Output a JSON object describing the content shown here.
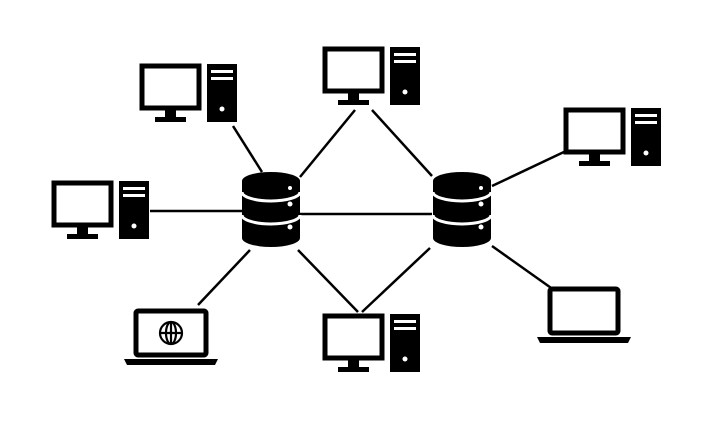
{
  "diagram": {
    "type": "network-topology",
    "background": "#ffffff",
    "ink": "#000000",
    "servers": [
      {
        "id": "server-left",
        "icon": "database-server-icon"
      },
      {
        "id": "server-right",
        "icon": "database-server-icon"
      }
    ],
    "devices": [
      {
        "id": "desktop-top-left",
        "icon": "desktop-computer-icon",
        "connects_to": "server-left"
      },
      {
        "id": "desktop-mid-left",
        "icon": "desktop-computer-icon",
        "connects_to": "server-left"
      },
      {
        "id": "laptop-bottom-left",
        "icon": "laptop-globe-icon",
        "connects_to": "server-left"
      },
      {
        "id": "desktop-top-center",
        "icon": "desktop-computer-icon",
        "connects_to": [
          "server-left",
          "server-right"
        ]
      },
      {
        "id": "desktop-bottom-center",
        "icon": "desktop-computer-icon",
        "connects_to": [
          "server-left",
          "server-right"
        ]
      },
      {
        "id": "desktop-top-right",
        "icon": "desktop-computer-icon",
        "connects_to": "server-right"
      },
      {
        "id": "laptop-bottom-right",
        "icon": "laptop-icon",
        "connects_to": "server-right"
      }
    ],
    "links": [
      [
        "server-left",
        "server-right"
      ]
    ]
  }
}
